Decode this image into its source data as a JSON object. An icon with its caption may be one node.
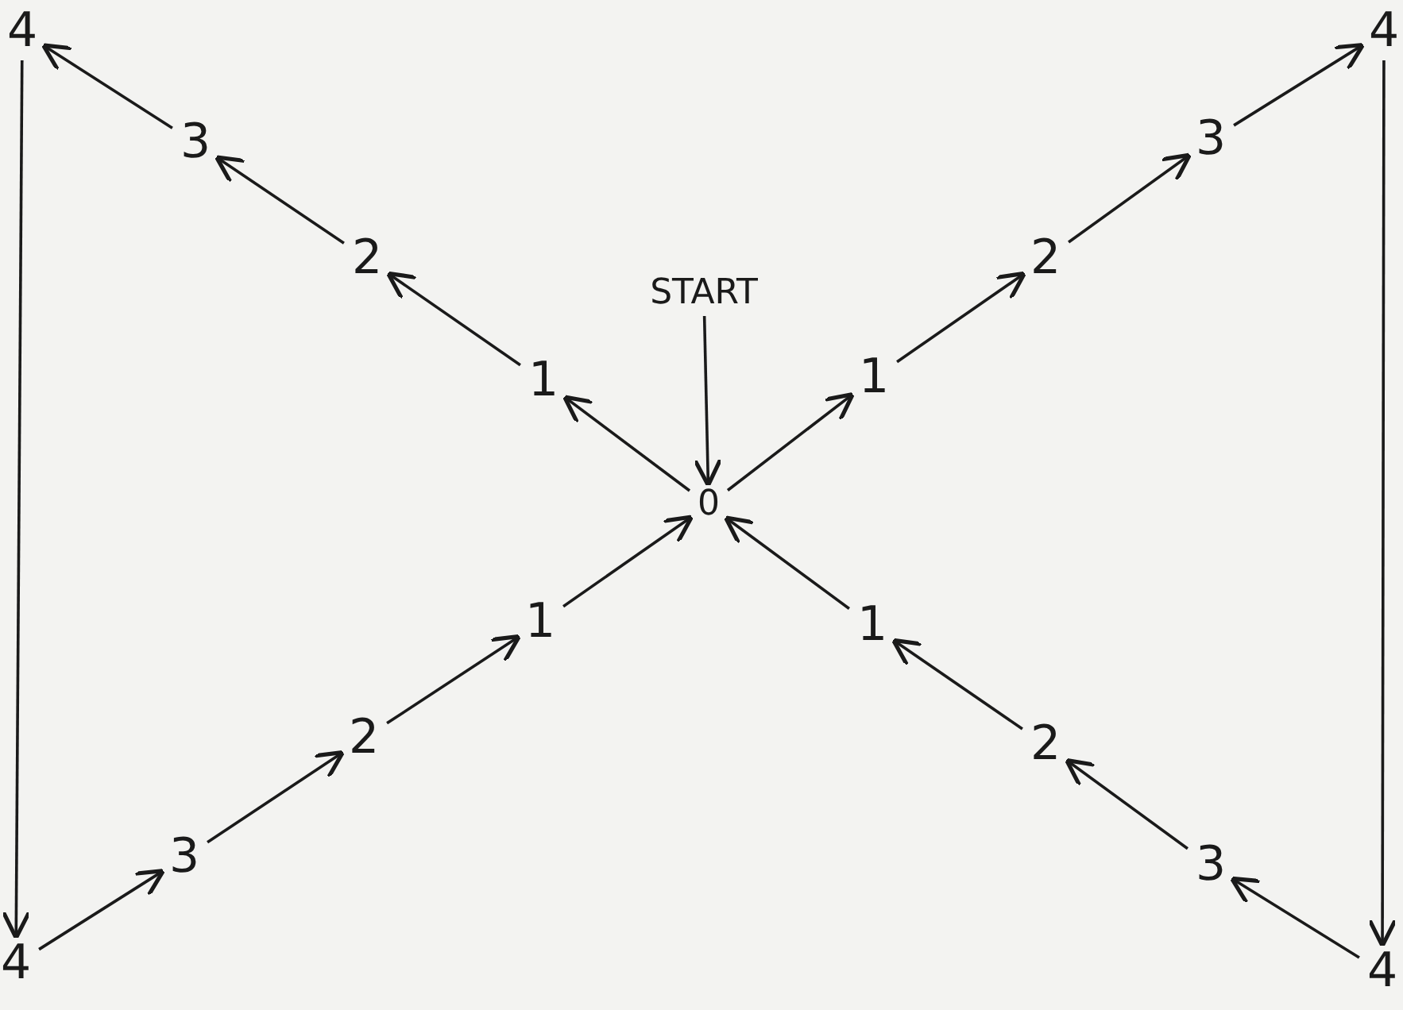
{
  "diagram": {
    "nodes": [
      {
        "text": [
          "4"
        ]
      },
      {
        "text": [
          "4"
        ]
      },
      {
        "text": [
          "3"
        ]
      },
      {
        "text": [
          "3"
        ]
      },
      {
        "text": [
          "2"
        ]
      },
      {
        "text": [
          "2"
        ]
      },
      {
        "text": [
          "START"
        ]
      },
      {
        "text": [
          "1"
        ]
      },
      {
        "text": [
          "1"
        ]
      },
      {
        "text": [
          "0"
        ]
      },
      {
        "text": [
          "1"
        ]
      },
      {
        "text": [
          "1"
        ]
      },
      {
        "text": [
          "2"
        ]
      },
      {
        "text": [
          "2"
        ]
      },
      {
        "text": [
          "3"
        ]
      },
      {
        "text": [
          "3"
        ]
      },
      {
        "text": [
          "4"
        ]
      },
      {
        "text": [
          "4"
        ]
      }
    ],
    "edges": [
      {
        "from": 6,
        "to": 9,
        "arrow": "to"
      },
      {
        "from": 9,
        "to": 7,
        "arrow": "to"
      },
      {
        "from": 7,
        "to": 4,
        "arrow": "to"
      },
      {
        "from": 4,
        "to": 2,
        "arrow": "to"
      },
      {
        "from": 2,
        "to": 0,
        "arrow": "to"
      },
      {
        "from": 9,
        "to": 8,
        "arrow": "to"
      },
      {
        "from": 8,
        "to": 5,
        "arrow": "to"
      },
      {
        "from": 5,
        "to": 3,
        "arrow": "to"
      },
      {
        "from": 3,
        "to": 1,
        "arrow": "to"
      },
      {
        "from": 16,
        "to": 14,
        "arrow": "to"
      },
      {
        "from": 14,
        "to": 12,
        "arrow": "to"
      },
      {
        "from": 12,
        "to": 10,
        "arrow": "to"
      },
      {
        "from": 10,
        "to": 9,
        "arrow": "to"
      },
      {
        "from": 17,
        "to": 15,
        "arrow": "to"
      },
      {
        "from": 15,
        "to": 13,
        "arrow": "to"
      },
      {
        "from": 13,
        "to": 11,
        "arrow": "to"
      },
      {
        "from": 11,
        "to": 9,
        "arrow": "to"
      },
      {
        "from": 0,
        "to": 16,
        "arrow": "to"
      },
      {
        "from": 1,
        "to": 17,
        "arrow": "to"
      }
    ]
  }
}
